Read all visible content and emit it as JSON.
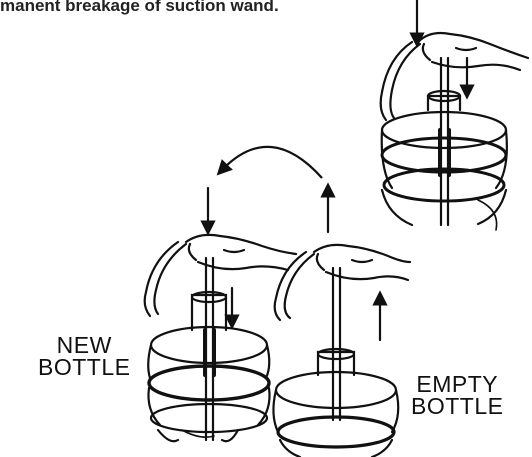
{
  "heading": {
    "text": "manent breakage of suction wand."
  },
  "labels": {
    "new_line1": "NEW",
    "new_line2": "BOTTLE",
    "empty_line1": "EMPTY",
    "empty_line2": "BOTTLE"
  },
  "colors": {
    "ink": "#111111",
    "paper": "#ffffff"
  }
}
